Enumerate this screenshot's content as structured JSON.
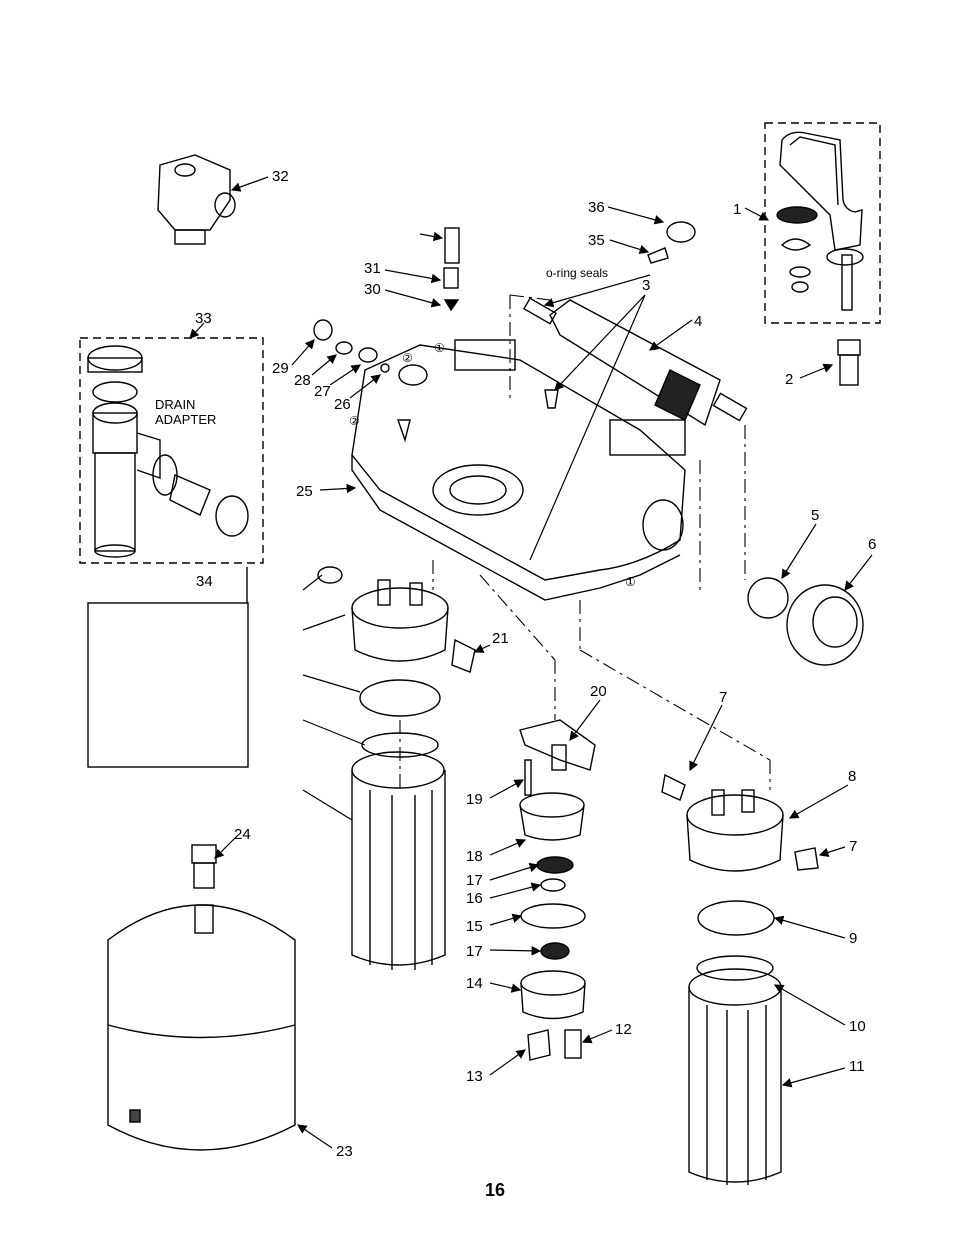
{
  "page_number": "16",
  "annotations": {
    "oring_seals": "o-ring seals",
    "drain_adapter_line1": "DRAIN",
    "drain_adapter_line2": "ADAPTER",
    "circle_1": "①",
    "circle_2": "②"
  },
  "callouts": {
    "p1": "1",
    "p2": "2",
    "p3": "3",
    "p4": "4",
    "p5": "5",
    "p6": "6",
    "p7a": "7",
    "p7b": "7",
    "p8": "8",
    "p9": "9",
    "p10": "10",
    "p11": "11",
    "p12": "12",
    "p13": "13",
    "p14": "14",
    "p15": "15",
    "p16": "16",
    "p17a": "17",
    "p17b": "17",
    "p18": "18",
    "p19": "19",
    "p20": "20",
    "p21": "21",
    "p23": "23",
    "p24": "24",
    "p25": "25",
    "p26": "26",
    "p27": "27",
    "p28": "28",
    "p29": "29",
    "p30": "30",
    "p31": "31",
    "p32": "32",
    "p33": "33",
    "p34": "34",
    "p35": "35",
    "p36": "36"
  }
}
